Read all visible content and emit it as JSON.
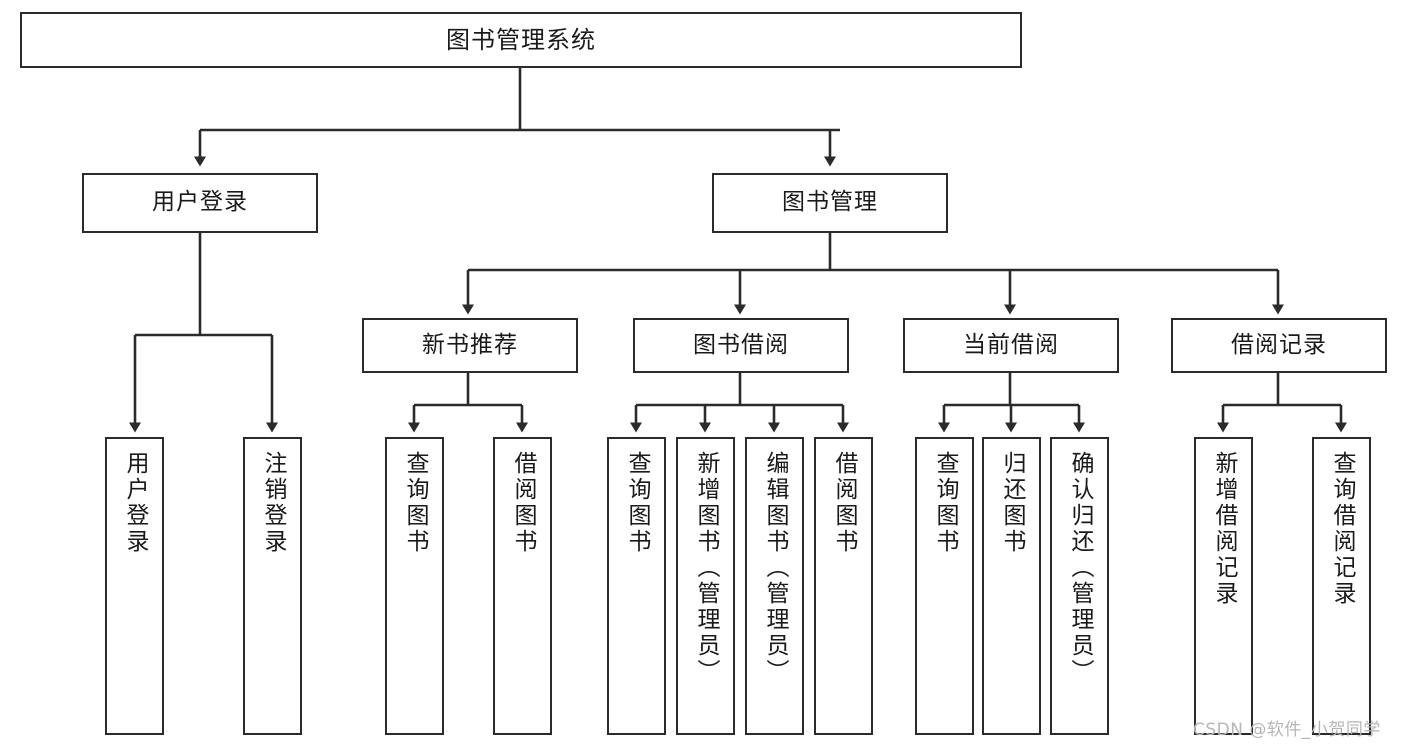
{
  "diagram": {
    "title": "图书管理系统",
    "type": "tree",
    "root": {
      "id": "root",
      "label": "图书管理系统"
    },
    "level1": [
      {
        "id": "user-login",
        "label": "用户登录"
      },
      {
        "id": "book-manage",
        "label": "图书管理"
      }
    ],
    "level2": [
      {
        "id": "new-book-recommend",
        "label": "新书推荐",
        "parent": "book-manage"
      },
      {
        "id": "book-borrow",
        "label": "图书借阅",
        "parent": "book-manage"
      },
      {
        "id": "current-borrow",
        "label": "当前借阅",
        "parent": "book-manage"
      },
      {
        "id": "borrow-record",
        "label": "借阅记录",
        "parent": "book-manage"
      }
    ],
    "leaves": [
      {
        "id": "leaf-user-login",
        "label": "用户登录",
        "parent": "user-login"
      },
      {
        "id": "leaf-logout-login",
        "label": "注销登录",
        "parent": "user-login"
      },
      {
        "id": "leaf-query-book-1",
        "label": "查询图书",
        "parent": "new-book-recommend"
      },
      {
        "id": "leaf-borrow-book-1",
        "label": "借阅图书",
        "parent": "new-book-recommend"
      },
      {
        "id": "leaf-query-book-2",
        "label": "查询图书",
        "parent": "book-borrow"
      },
      {
        "id": "leaf-add-book",
        "label": "新增图书（管理员）",
        "parent": "book-borrow"
      },
      {
        "id": "leaf-edit-book",
        "label": "编辑图书（管理员）",
        "parent": "book-borrow"
      },
      {
        "id": "leaf-borrow-book-2",
        "label": "借阅图书",
        "parent": "book-borrow"
      },
      {
        "id": "leaf-query-book-3",
        "label": "查询图书",
        "parent": "current-borrow"
      },
      {
        "id": "leaf-return-book",
        "label": "归还图书",
        "parent": "current-borrow"
      },
      {
        "id": "leaf-confirm-return",
        "label": "确认归还（管理员）",
        "parent": "current-borrow"
      },
      {
        "id": "leaf-add-record",
        "label": "新增借阅记录",
        "parent": "borrow-record"
      },
      {
        "id": "leaf-query-record",
        "label": "查询借阅记录",
        "parent": "borrow-record"
      }
    ]
  },
  "watermark": {
    "text": "CSDN @软件_小贺同学"
  },
  "colors": {
    "stroke": "#2b2b2b",
    "box_fill": "#ffffff",
    "text": "#1a1a1a",
    "watermark": "#b6b6b6",
    "background": "#ffffff"
  }
}
